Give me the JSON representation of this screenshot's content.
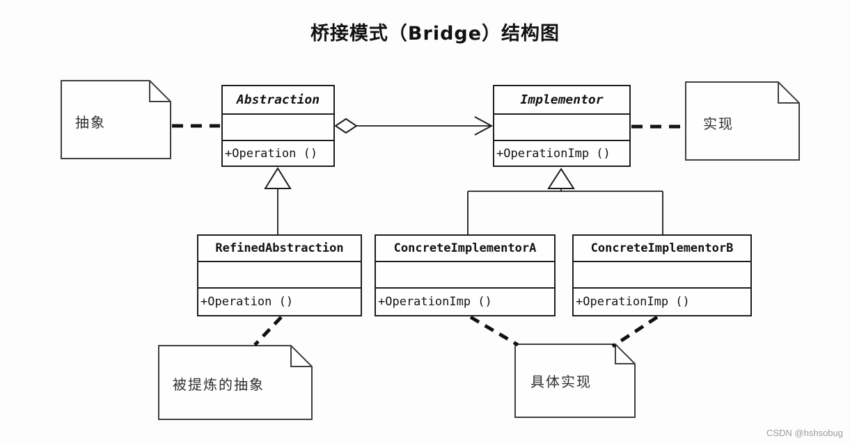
{
  "title": "桥接模式（Bridge）结构图",
  "watermark": "CSDN @hshsobug",
  "diagram": {
    "classes": [
      {
        "id": "abstraction",
        "name": "Abstraction",
        "abstract": true,
        "attributes": "",
        "methods": "+Operation ()"
      },
      {
        "id": "implementor",
        "name": "Implementor",
        "abstract": true,
        "attributes": "",
        "methods": "+OperationImp ()"
      },
      {
        "id": "refined-abstraction",
        "name": "RefinedAbstraction",
        "abstract": false,
        "attributes": "",
        "methods": "+Operation ()"
      },
      {
        "id": "concrete-implementor-a",
        "name": "ConcreteImplementorA",
        "abstract": false,
        "attributes": "",
        "methods": "+OperationImp ()"
      },
      {
        "id": "concrete-implementor-b",
        "name": "ConcreteImplementorB",
        "abstract": false,
        "attributes": "",
        "methods": "+OperationImp ()"
      }
    ],
    "notes": [
      {
        "id": "note-abstraction",
        "text": "抽象",
        "attached_to": "Abstraction"
      },
      {
        "id": "note-implementor",
        "text": "实现",
        "attached_to": "Implementor"
      },
      {
        "id": "note-refined",
        "text": "被提炼的抽象",
        "attached_to": "RefinedAbstraction"
      },
      {
        "id": "note-concrete",
        "text": "具体实现",
        "attached_to": "ConcreteImplementorA, ConcreteImplementorB"
      }
    ],
    "relationships": [
      {
        "type": "aggregation-arrow",
        "from": "Abstraction",
        "to": "Implementor"
      },
      {
        "type": "generalization",
        "from": "RefinedAbstraction",
        "to": "Abstraction"
      },
      {
        "type": "generalization",
        "from": "ConcreteImplementorA",
        "to": "Implementor"
      },
      {
        "type": "generalization",
        "from": "ConcreteImplementorB",
        "to": "Implementor"
      }
    ],
    "colors": {
      "line": "#1c1c1c",
      "note_border": "#3d3d3d",
      "background": "#fdfdfd"
    }
  }
}
